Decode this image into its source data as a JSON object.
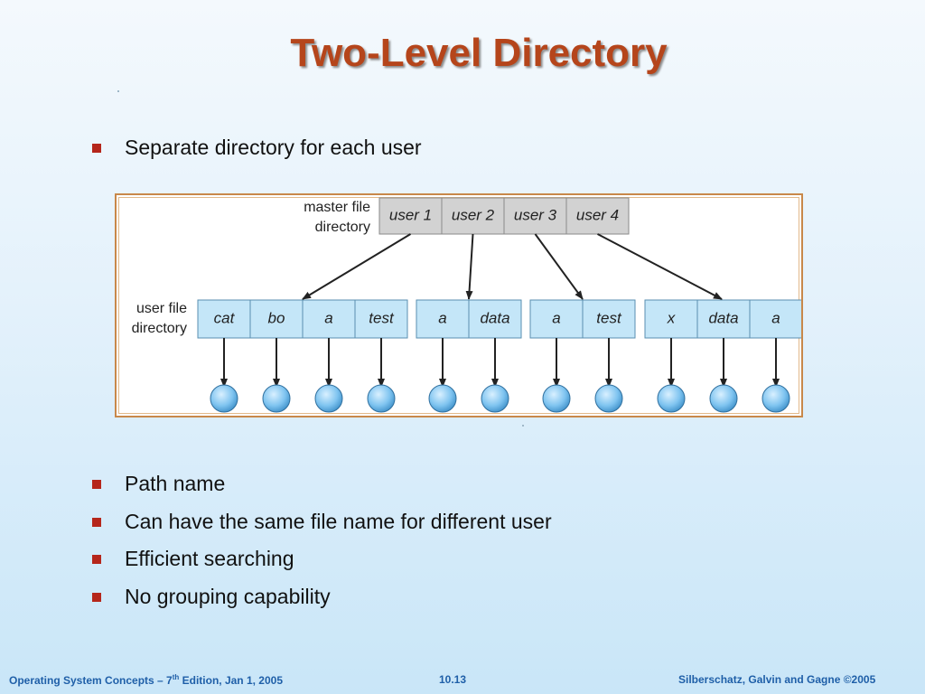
{
  "title": "Two-Level Directory",
  "intro_bullet": "Separate directory for each user",
  "bullets": [
    "Path name",
    "Can have the same file name for different user",
    "Efficient searching",
    "No grouping capability"
  ],
  "diagram": {
    "master_label_line1": "master file",
    "master_label_line2": "directory",
    "user_label_line1": "user file",
    "user_label_line2": "directory",
    "master_entries": [
      "user 1",
      "user 2",
      "user 3",
      "user 4"
    ],
    "user_dirs": [
      [
        "cat",
        "bo",
        "a",
        "test"
      ],
      [
        "a",
        "data"
      ],
      [
        "a",
        "test"
      ],
      [
        "x",
        "data",
        "a"
      ]
    ],
    "colors": {
      "master_fill": "#d2d2d2",
      "user_fill": "#c4e6f8",
      "file_node": "#7fc4f0",
      "arrow": "#222222",
      "frame_border": "#c8884a"
    }
  },
  "footer": {
    "left_prefix": "Operating System Concepts – 7",
    "left_sup": "th",
    "left_suffix": " Edition, Jan 1, 2005",
    "center": "10.13",
    "right": "Silberschatz, Galvin and Gagne ©2005"
  }
}
